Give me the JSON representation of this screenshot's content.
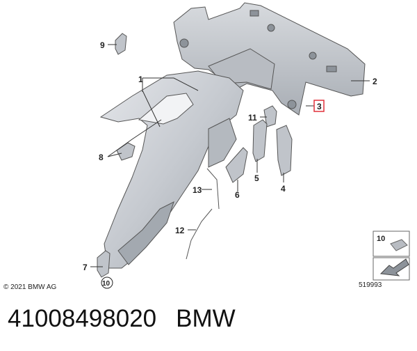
{
  "diagram": {
    "callouts": {
      "c1": "1",
      "c2": "2",
      "c3": "3",
      "c4": "4",
      "c5": "5",
      "c6": "6",
      "c7": "7",
      "c8": "8",
      "c9": "9",
      "c10": "10",
      "c11": "11",
      "c12": "12",
      "c13": "13"
    },
    "legend_box_number": "10",
    "highlight_color": "#e0303a",
    "body_color": "#c8ccd2",
    "shadow_color": "#9aa0a8"
  },
  "footer": {
    "copyright": "© 2021 BMW AG",
    "diagram_number": "519993"
  },
  "caption": {
    "part_number": "41008498020",
    "brand": "BMW"
  }
}
